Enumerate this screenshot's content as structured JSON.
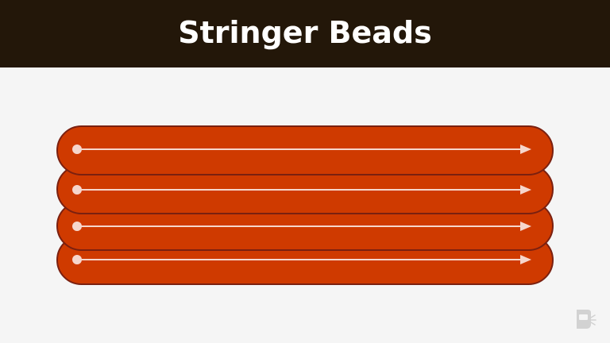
{
  "header": {
    "title": "Stringer Beads",
    "background": "#231709",
    "text_color": "#ffffff"
  },
  "diagram": {
    "bead_fill": "#cf3a00",
    "bead_stroke": "#7a2010",
    "arrow_color": "#f6d6cc",
    "bead_count": 4,
    "direction": "left-to-right"
  },
  "logo": {
    "icon": "welding-helmet-icon",
    "color": "#d0d0d0"
  }
}
